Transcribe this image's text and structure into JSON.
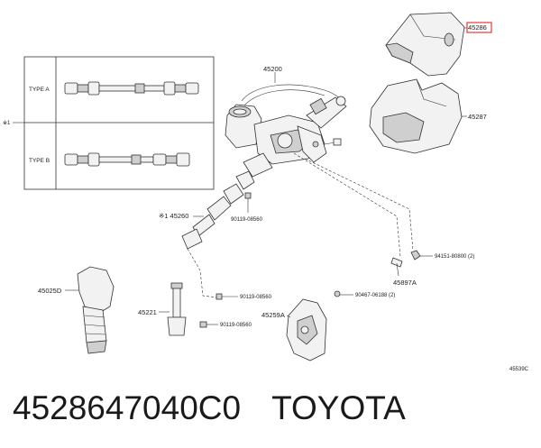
{
  "labels": {
    "p45286": "45286",
    "p45287": "45287",
    "p45200": "45200",
    "p45260": "※1 45260",
    "p90119_a": "90119-08560",
    "p94151": "94151-80800 (2)",
    "p45897a": "45897A",
    "p45025d": "45025D",
    "p90119_b": "90119-08560",
    "p90467": "90467-06188 (2)",
    "p45221": "45221",
    "p45259a": "45259A",
    "p90119_c": "90119-08560",
    "note": "※1",
    "type_a": "TYPE A",
    "type_b": "TYPE B",
    "ref": "45539C"
  },
  "caption": {
    "part_number": "4528647040C0",
    "brand": "TOYOTA"
  },
  "colors": {
    "highlight": "#e53935",
    "line": "#333333"
  }
}
